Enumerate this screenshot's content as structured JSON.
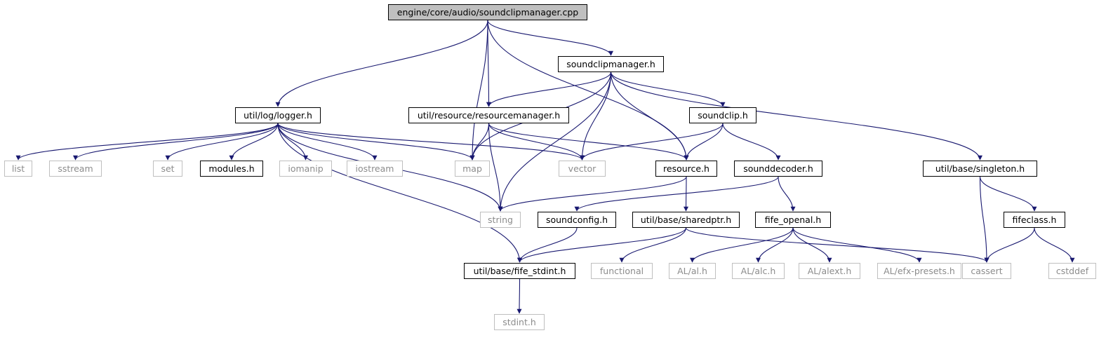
{
  "diagram": {
    "root": "engine/core/audio/soundclipmanager.cpp",
    "nodes": [
      {
        "id": "root",
        "label": "engine/core/audio/soundclipmanager.cpp",
        "kind": "root"
      },
      {
        "id": "scm_h",
        "label": "soundclipmanager.h",
        "kind": "local"
      },
      {
        "id": "logger",
        "label": "util/log/logger.h",
        "kind": "local"
      },
      {
        "id": "resmgr",
        "label": "util/resource/resourcemanager.h",
        "kind": "local"
      },
      {
        "id": "soundclip",
        "label": "soundclip.h",
        "kind": "local"
      },
      {
        "id": "list",
        "label": "list",
        "kind": "system"
      },
      {
        "id": "sstream",
        "label": "sstream",
        "kind": "system"
      },
      {
        "id": "set",
        "label": "set",
        "kind": "system"
      },
      {
        "id": "modules",
        "label": "modules.h",
        "kind": "local"
      },
      {
        "id": "iomanip",
        "label": "iomanip",
        "kind": "system"
      },
      {
        "id": "iostream",
        "label": "iostream",
        "kind": "system"
      },
      {
        "id": "map",
        "label": "map",
        "kind": "system"
      },
      {
        "id": "vector",
        "label": "vector",
        "kind": "system"
      },
      {
        "id": "resource",
        "label": "resource.h",
        "kind": "local"
      },
      {
        "id": "sounddecoder",
        "label": "sounddecoder.h",
        "kind": "local"
      },
      {
        "id": "singleton",
        "label": "util/base/singleton.h",
        "kind": "local"
      },
      {
        "id": "string",
        "label": "string",
        "kind": "system"
      },
      {
        "id": "soundconfig",
        "label": "soundconfig.h",
        "kind": "local"
      },
      {
        "id": "sharedptr",
        "label": "util/base/sharedptr.h",
        "kind": "local"
      },
      {
        "id": "fifeopenal",
        "label": "fife_openal.h",
        "kind": "local"
      },
      {
        "id": "fifeclass",
        "label": "fifeclass.h",
        "kind": "local"
      },
      {
        "id": "stdint",
        "label": "util/base/fife_stdint.h",
        "kind": "local"
      },
      {
        "id": "functional",
        "label": "functional",
        "kind": "system"
      },
      {
        "id": "al",
        "label": "AL/al.h",
        "kind": "system"
      },
      {
        "id": "alc",
        "label": "AL/alc.h",
        "kind": "system"
      },
      {
        "id": "alext",
        "label": "AL/alext.h",
        "kind": "system"
      },
      {
        "id": "efx",
        "label": "AL/efx-presets.h",
        "kind": "system"
      },
      {
        "id": "cassert",
        "label": "cassert",
        "kind": "system"
      },
      {
        "id": "cstddef",
        "label": "cstddef",
        "kind": "system"
      },
      {
        "id": "stdinth",
        "label": "stdint.h",
        "kind": "system"
      }
    ],
    "edges": [
      [
        "root",
        "logger"
      ],
      [
        "root",
        "map"
      ],
      [
        "root",
        "resmgr"
      ],
      [
        "root",
        "scm_h"
      ],
      [
        "root",
        "resource"
      ],
      [
        "scm_h",
        "resmgr"
      ],
      [
        "scm_h",
        "map"
      ],
      [
        "scm_h",
        "vector"
      ],
      [
        "scm_h",
        "string"
      ],
      [
        "scm_h",
        "resource"
      ],
      [
        "scm_h",
        "soundclip"
      ],
      [
        "scm_h",
        "singleton"
      ],
      [
        "logger",
        "list"
      ],
      [
        "logger",
        "sstream"
      ],
      [
        "logger",
        "set"
      ],
      [
        "logger",
        "modules"
      ],
      [
        "logger",
        "iomanip"
      ],
      [
        "logger",
        "iostream"
      ],
      [
        "logger",
        "map"
      ],
      [
        "logger",
        "vector"
      ],
      [
        "logger",
        "string"
      ],
      [
        "logger",
        "stdint"
      ],
      [
        "resmgr",
        "map"
      ],
      [
        "resmgr",
        "vector"
      ],
      [
        "resmgr",
        "string"
      ],
      [
        "resmgr",
        "resource"
      ],
      [
        "soundclip",
        "vector"
      ],
      [
        "soundclip",
        "resource"
      ],
      [
        "soundclip",
        "sounddecoder"
      ],
      [
        "resource",
        "string"
      ],
      [
        "resource",
        "sharedptr"
      ],
      [
        "sounddecoder",
        "soundconfig"
      ],
      [
        "sounddecoder",
        "fifeopenal"
      ],
      [
        "singleton",
        "fifeclass"
      ],
      [
        "singleton",
        "cassert"
      ],
      [
        "soundconfig",
        "stdint"
      ],
      [
        "sharedptr",
        "stdint"
      ],
      [
        "sharedptr",
        "functional"
      ],
      [
        "sharedptr",
        "cassert"
      ],
      [
        "fifeopenal",
        "al"
      ],
      [
        "fifeopenal",
        "alc"
      ],
      [
        "fifeopenal",
        "alext"
      ],
      [
        "fifeopenal",
        "efx"
      ],
      [
        "fifeclass",
        "cassert"
      ],
      [
        "fifeclass",
        "cstddef"
      ],
      [
        "stdint",
        "stdinth"
      ]
    ]
  },
  "colors": {
    "edge": "#191970",
    "root_fill": "#bfbfbf",
    "local_border": "#000000",
    "system_border": "#bfbfbf",
    "system_text": "#8c8c8c"
  }
}
